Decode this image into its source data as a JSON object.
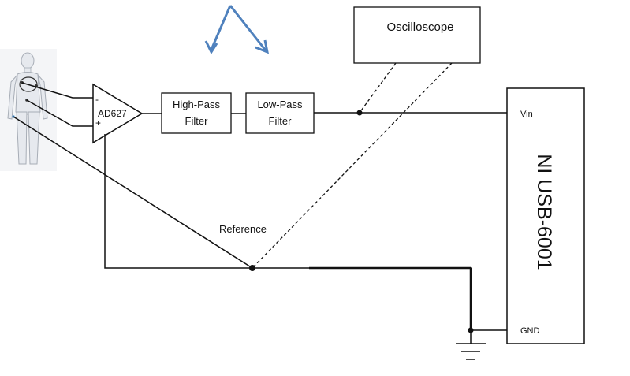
{
  "components": {
    "amplifier": {
      "label": "AD627",
      "minus_sign": "-",
      "plus_sign": "+"
    },
    "high_pass": {
      "line1": "High-Pass",
      "line2": "Filter"
    },
    "low_pass": {
      "line1": "Low-Pass",
      "line2": "Filter"
    },
    "oscilloscope": {
      "label": "Oscilloscope"
    },
    "daq": {
      "label": "NI USB-6001",
      "vin_label": "Vin",
      "gnd_label": "GND"
    }
  },
  "labels": {
    "reference": "Reference"
  },
  "colors": {
    "wire": "#111111",
    "arrow": "#4f81bd",
    "body_fill": "#e6e9ee",
    "body_outline": "#a7adb6",
    "body_bg": "#f4f5f7"
  },
  "icons": {
    "human_figure": "human-body-figure",
    "ground": "ground-symbol-icon",
    "arrows": "blue-arrow-icon"
  }
}
